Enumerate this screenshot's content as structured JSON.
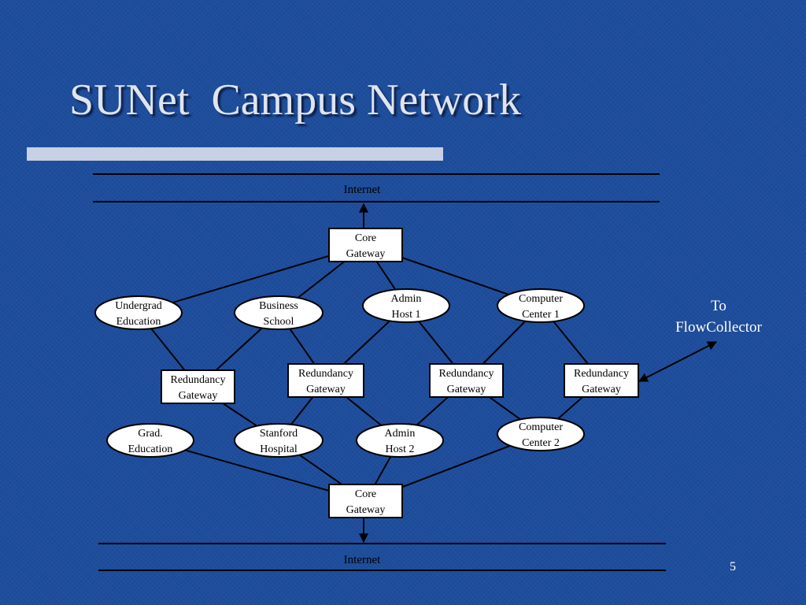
{
  "slide": {
    "title": "SUNet  Campus Network",
    "page_number": "5"
  },
  "colors": {
    "background": "#1d4d9c",
    "title_text": "#dfe4ef",
    "title_bar": "#c8d0e4",
    "node_fill": "#ffffff",
    "line": "#000000"
  },
  "diagram": {
    "internet_top": "Internet",
    "internet_bottom": "Internet",
    "to_flowcollector": [
      "To",
      "FlowCollector"
    ],
    "nodes": {
      "core_top": {
        "shape": "box",
        "lines": [
          "Core",
          "Gateway"
        ]
      },
      "undergrad": {
        "shape": "ellipse",
        "lines": [
          "Undergrad",
          "Education"
        ]
      },
      "business": {
        "shape": "ellipse",
        "lines": [
          "Business",
          "School"
        ]
      },
      "admin1": {
        "shape": "ellipse",
        "lines": [
          "Admin",
          "Host 1"
        ]
      },
      "cc1": {
        "shape": "ellipse",
        "lines": [
          "Computer",
          "Center 1"
        ]
      },
      "rg1": {
        "shape": "box",
        "lines": [
          "Redundancy",
          "Gateway"
        ]
      },
      "rg2": {
        "shape": "box",
        "lines": [
          "Redundancy",
          "Gateway"
        ]
      },
      "rg3": {
        "shape": "box",
        "lines": [
          "Redundancy",
          "Gateway"
        ]
      },
      "rg4": {
        "shape": "box",
        "lines": [
          "Redundancy",
          "Gateway"
        ]
      },
      "grad": {
        "shape": "ellipse",
        "lines": [
          "Grad.",
          "Education"
        ]
      },
      "stanford": {
        "shape": "ellipse",
        "lines": [
          "Stanford",
          "Hospital"
        ]
      },
      "admin2": {
        "shape": "ellipse",
        "lines": [
          "Admin",
          "Host 2"
        ]
      },
      "cc2": {
        "shape": "ellipse",
        "lines": [
          "Computer",
          "Center 2"
        ]
      },
      "core_bottom": {
        "shape": "box",
        "lines": [
          "Core",
          "Gateway"
        ]
      }
    },
    "edges": [
      [
        "core_top",
        "undergrad"
      ],
      [
        "core_top",
        "business"
      ],
      [
        "core_top",
        "admin1"
      ],
      [
        "core_top",
        "cc1"
      ],
      [
        "undergrad",
        "rg1"
      ],
      [
        "business",
        "rg1"
      ],
      [
        "business",
        "rg2"
      ],
      [
        "admin1",
        "rg2"
      ],
      [
        "admin1",
        "rg3"
      ],
      [
        "cc1",
        "rg3"
      ],
      [
        "cc1",
        "rg4"
      ],
      [
        "rg1",
        "stanford"
      ],
      [
        "rg2",
        "stanford"
      ],
      [
        "rg2",
        "admin2"
      ],
      [
        "rg3",
        "admin2"
      ],
      [
        "rg3",
        "cc2"
      ],
      [
        "rg4",
        "cc2"
      ],
      [
        "grad",
        "core_bottom"
      ],
      [
        "stanford",
        "core_bottom"
      ],
      [
        "admin2",
        "core_bottom"
      ],
      [
        "cc2",
        "core_bottom"
      ]
    ]
  }
}
